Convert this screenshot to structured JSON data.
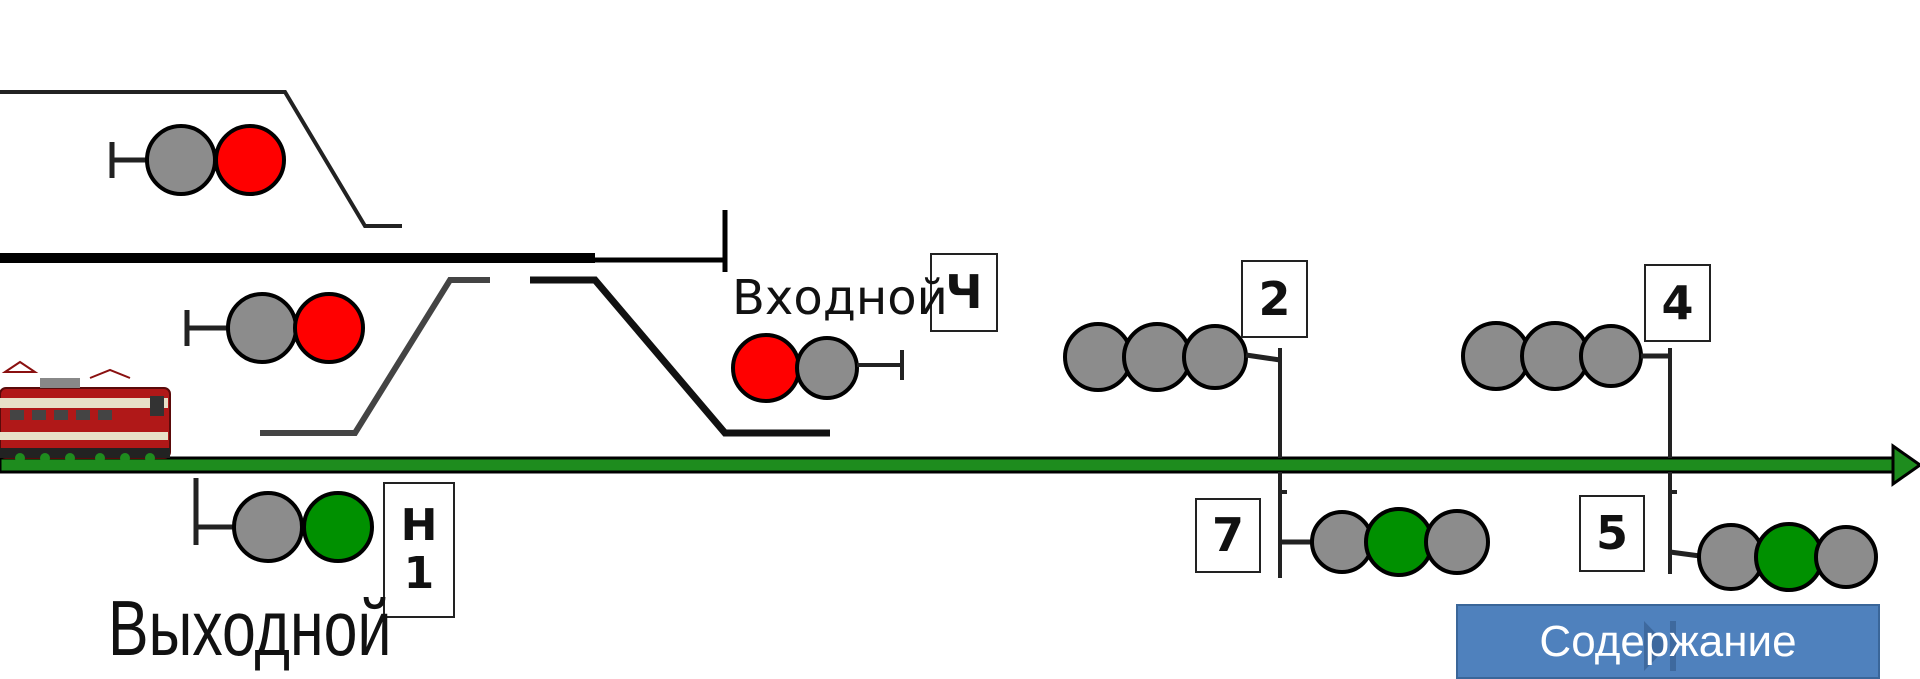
{
  "captions": {
    "entry": "Входной",
    "exit": "Выходной"
  },
  "signal_labels": {
    "entry": "Ч",
    "exit": "Н\n1",
    "block_2": "2",
    "block_4": "4",
    "block_7": "7",
    "block_5": "5"
  },
  "buttons": {
    "contents": "Содержание"
  },
  "colors": {
    "track_green": "#1e8c1e",
    "lamp_red": "#ff0000",
    "lamp_green": "#009000",
    "lamp_off": "#8c8c8c",
    "button_blue": "#4f81bd"
  },
  "signals": [
    {
      "name": "upper-left-signal",
      "lamps": [
        "off",
        "red"
      ]
    },
    {
      "name": "middle-left-signal",
      "lamps": [
        "off",
        "red"
      ]
    },
    {
      "name": "entry-signal",
      "lamps": [
        "red",
        "off"
      ]
    },
    {
      "name": "exit-signal",
      "lamps": [
        "off",
        "green"
      ]
    },
    {
      "name": "block-signal-2",
      "lamps": [
        "off",
        "off",
        "off"
      ]
    },
    {
      "name": "block-signal-4",
      "lamps": [
        "off",
        "off",
        "off"
      ]
    },
    {
      "name": "block-signal-7",
      "lamps": [
        "off",
        "green",
        "off"
      ]
    },
    {
      "name": "block-signal-5",
      "lamps": [
        "off",
        "green",
        "off"
      ]
    }
  ]
}
